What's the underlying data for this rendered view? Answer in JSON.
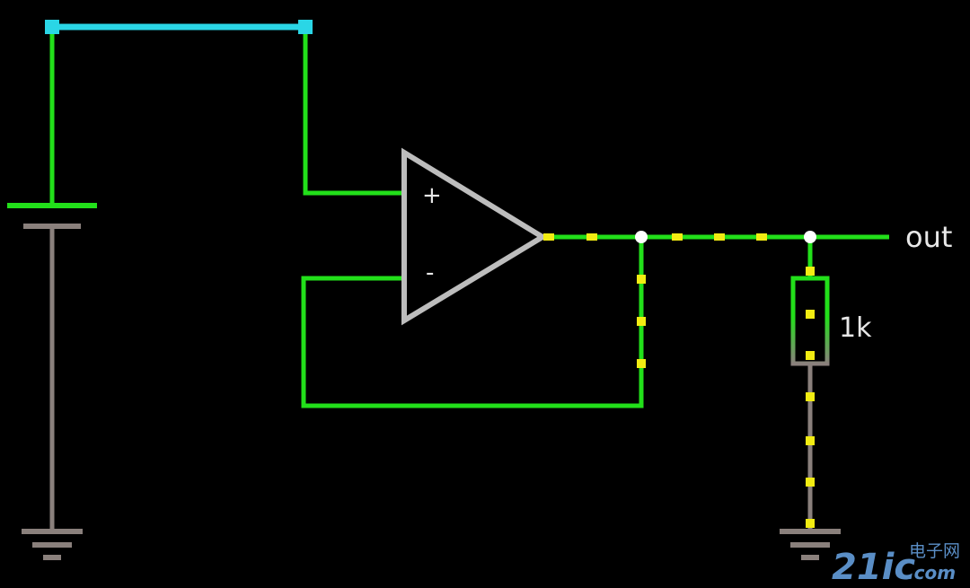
{
  "circuit": {
    "output_label": "out",
    "resistor_value": "1k",
    "opamp_plus": "+",
    "opamp_minus": "-"
  },
  "watermark": {
    "brand": "21ic",
    "cn": "电子网",
    "domain": ".com"
  },
  "colors": {
    "background": "#000000",
    "wire_active": "#22e01a",
    "wire_top": "#2ad6e6",
    "wire_ground": "#8a807c",
    "component": "#bdbdbd",
    "current_dots": "#f2ec12",
    "node_dot": "#ffffff",
    "watermark": "#5a8ec6"
  }
}
